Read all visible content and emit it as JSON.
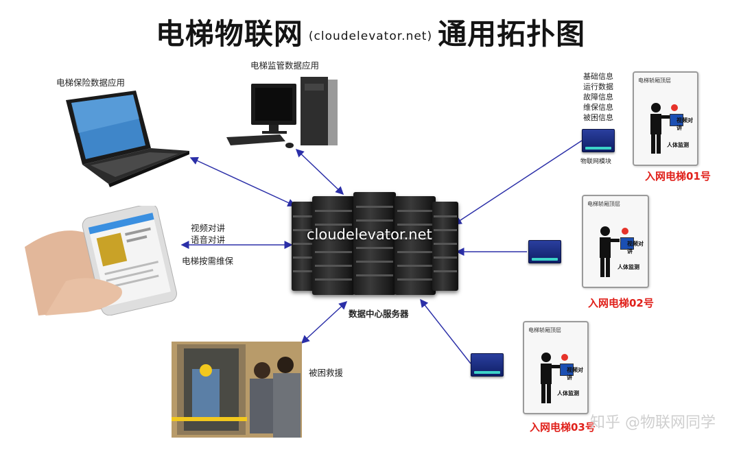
{
  "title": {
    "main_left": "电梯物联网",
    "domain": "(cloudelevator.net)",
    "main_right": "通用拓扑图"
  },
  "server": {
    "domain_text": "cloudelevator.net",
    "caption": "数据中心服务器"
  },
  "nodes": {
    "insurance_app": "电梯保险数据应用",
    "supervision_app": "电梯监管数据应用",
    "phone_lines": [
      "视频对讲",
      "语音对讲"
    ],
    "phone_maintenance": "电梯按需维保",
    "rescue": "被困救援"
  },
  "info_list": [
    "基础信息",
    "运行数据",
    "故障信息",
    "维保信息",
    "被困信息"
  ],
  "iot_module_label": "物联网模块",
  "elevator_card": {
    "header": "电梯轿厢顶层",
    "video_label": "视频对讲",
    "body_label": "人体监测"
  },
  "elevators": [
    {
      "label": "入网电梯01号"
    },
    {
      "label": "入网电梯02号"
    },
    {
      "label": "入网电梯03号"
    }
  ],
  "watermark": "知乎 @物联网同学",
  "colors": {
    "arrow": "#2b2fa8",
    "label_red": "#e0201a"
  }
}
